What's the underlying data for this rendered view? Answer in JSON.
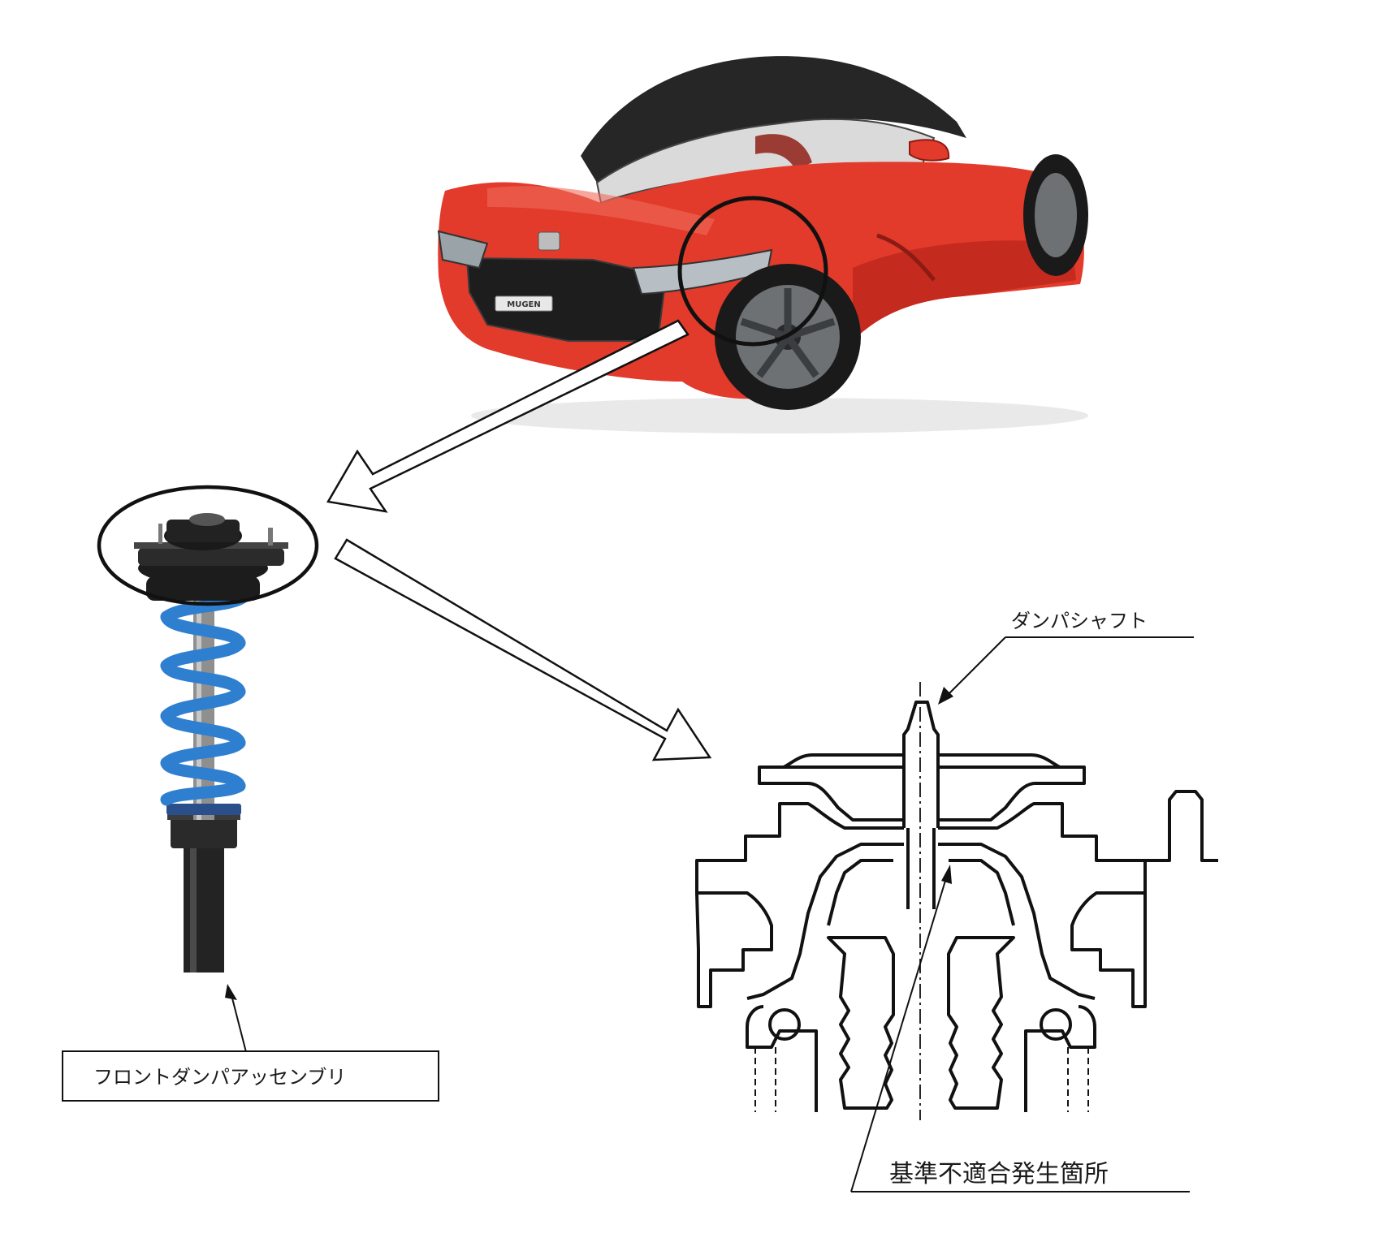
{
  "labels": {
    "front_damper_assembly": "フロントダンパアッセンブリ",
    "damper_shaft": "ダンパシャフト",
    "nonconformity_location": "基準不適合発生箇所"
  },
  "car": {
    "body_color": "#e23a2b",
    "roof_color": "#222222",
    "grille_badge": "MUGEN"
  },
  "parts": {
    "spring_color": "#2f7fd0",
    "mount_color": "#1c1c1c"
  }
}
